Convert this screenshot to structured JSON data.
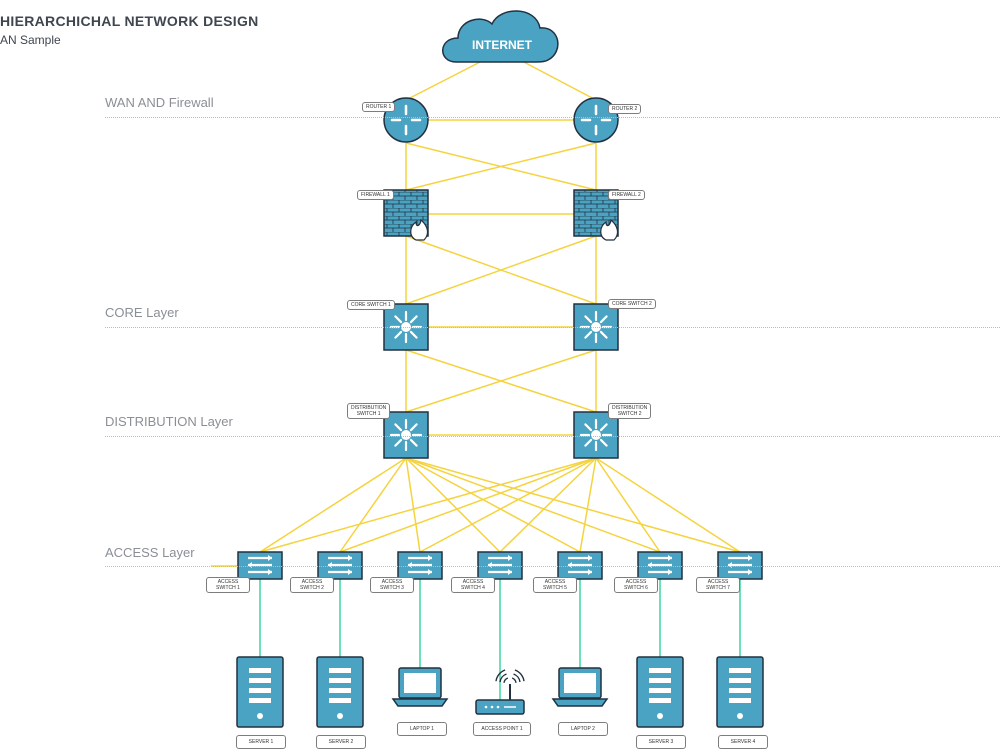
{
  "header": {
    "title": "HIERARCHICHAL NETWORK DESIGN",
    "subtitle": "AN Sample"
  },
  "layers": {
    "wan": "WAN AND Firewall",
    "core": "CORE Layer",
    "distribution": "DISTRIBUTION Layer",
    "access": "ACCESS Layer"
  },
  "cloud": {
    "label": "INTERNET"
  },
  "devices": {
    "router1": "ROUTER 1",
    "router2": "ROUTER 2",
    "firewall1": "FIREWALL 1",
    "firewall2": "FIREWALL 2",
    "core1": "CORE SWITCH 1",
    "core2": "CORE SWITCH 2",
    "dist1": "DISTRIBUTION\nSWITCH 1",
    "dist2": "DISTRIBUTION\nSWITCH 2",
    "access": [
      "ACCESS\nSWITCH 1",
      "ACCESS\nSWITCH 2",
      "ACCESS\nSWITCH 3",
      "ACCESS\nSWITCH 4",
      "ACCESS\nSWITCH 5",
      "ACCESS\nSWITCH 6",
      "ACCESS\nSWITCH 7"
    ],
    "endpoints": [
      "SERVER 1",
      "SERVER 2",
      "LAPTOP 1",
      "ACCESS POINT 1",
      "LAPTOP 2",
      "SERVER 3",
      "SERVER 4"
    ]
  },
  "colors": {
    "device_fill": "#4aa3c3",
    "device_stroke": "#22313f",
    "link_yellow": "#f5d33e",
    "link_green": "#5ddcb0",
    "firewall_brick": "#2f7fa0"
  },
  "icons": {
    "cloud": "cloud-icon",
    "router": "router-icon",
    "firewall": "firewall-icon",
    "layer3_switch": "multilayer-switch-icon",
    "access_switch": "switch-icon",
    "server": "server-icon",
    "laptop": "laptop-icon",
    "access_point": "wireless-access-point-icon"
  }
}
